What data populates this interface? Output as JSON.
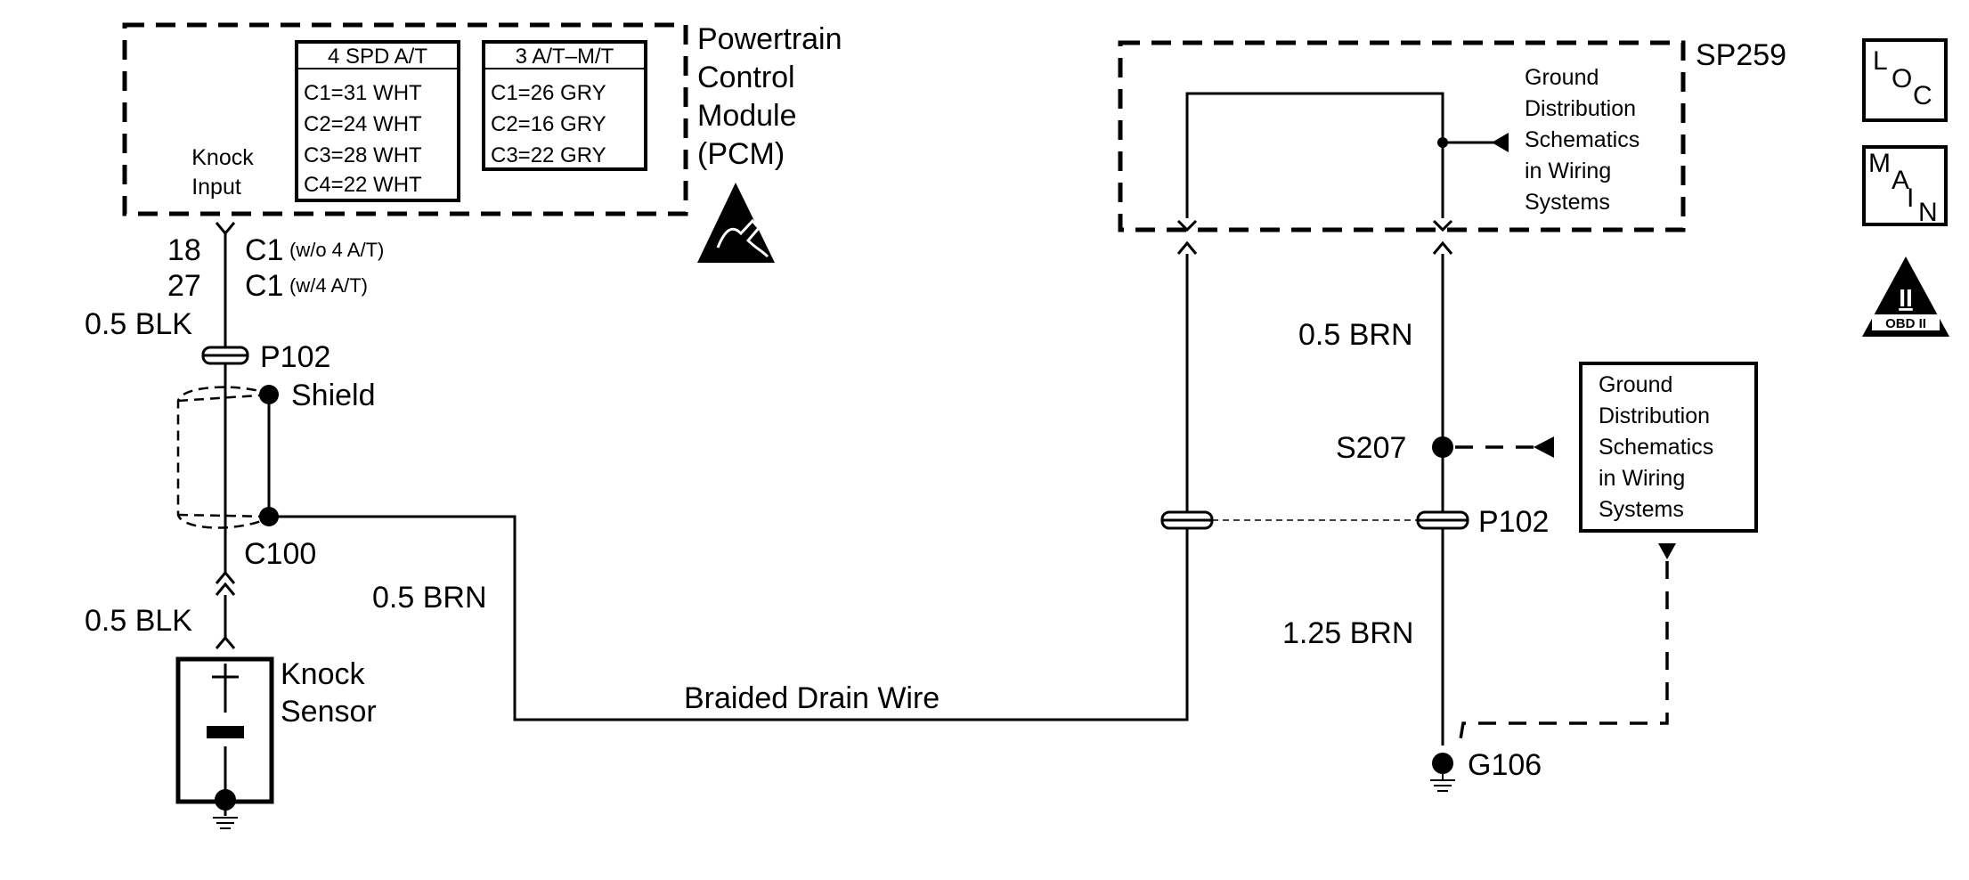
{
  "pcm": {
    "title_lines": [
      "Powertrain",
      "Control",
      "Module",
      "(PCM)"
    ],
    "input_lines": [
      "Knock",
      "Input"
    ]
  },
  "table_4spd": {
    "header": "4 SPD A/T",
    "rows": [
      "C1=31 WHT",
      "C2=24 WHT",
      "C3=28 WHT",
      "C4=22 WHT"
    ]
  },
  "table_3at": {
    "header": "3 A/T–M/T",
    "rows": [
      "C1=26 GRY",
      "C2=16 GRY",
      "C3=22 GRY"
    ]
  },
  "pcm_pins": [
    {
      "pin": "18",
      "connector": "C1",
      "note": "(w/o 4 A/T)"
    },
    {
      "pin": "27",
      "connector": "C1",
      "note": "(w/4 A/T)"
    }
  ],
  "wires": {
    "pcm_to_sensor_top": "0.5 BLK",
    "sensor_lead": "0.5 BLK",
    "drain": "0.5 BRN",
    "sp259_to_s207": "0.5 BRN",
    "to_ground": "1.25 BRN"
  },
  "connectors": {
    "p102_left": "P102",
    "p102_right": "P102",
    "c100": "C100",
    "shield": "Shield",
    "s207": "S207",
    "g106": "G106",
    "sp259": "SP259"
  },
  "knock_sensor": {
    "lines": [
      "Knock",
      "Sensor"
    ]
  },
  "braided_drain_wire": "Braided Drain Wire",
  "ground_ref_top": {
    "lines": [
      "Ground",
      "Distribution",
      "Schematics",
      "in Wiring",
      "Systems"
    ]
  },
  "ground_ref_right": {
    "lines": [
      "Ground",
      "Distribution",
      "Schematics",
      "in Wiring",
      "Systems"
    ]
  },
  "nav_icons": {
    "loc": {
      "l": "L",
      "o": "O",
      "c": "C"
    },
    "main": {
      "m": "M",
      "a": "A",
      "i": "I",
      "n": "N"
    },
    "obd": {
      "roman": "II",
      "label": "OBD II"
    }
  }
}
